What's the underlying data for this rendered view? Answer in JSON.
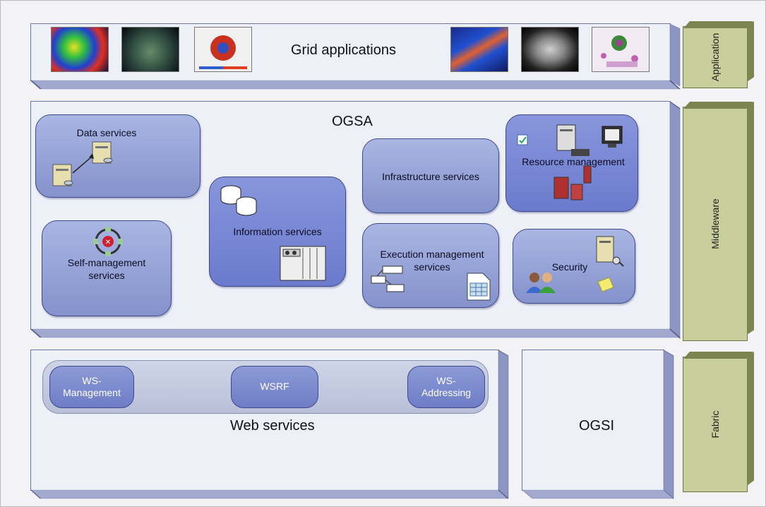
{
  "application": {
    "title": "Grid applications",
    "layer_label": "Application"
  },
  "middleware": {
    "title": "OGSA",
    "layer_label": "Middleware",
    "services": {
      "data": "Data services",
      "self_management": "Self-management services",
      "information": "Information services",
      "infrastructure": "Infrastructure services",
      "resource_management": "Resource management",
      "execution_management": "Execution management services",
      "security": "Security"
    }
  },
  "fabric": {
    "layer_label": "Fabric",
    "web_services": {
      "title": "Web services",
      "ws_management": "WS-\nManagement",
      "wsrf": "WSRF",
      "ws_addressing": "WS-\nAddressing"
    },
    "ogsi": "OGSI"
  },
  "colors": {
    "slab_fill": "#eef0f8",
    "slab_edge": "#6f76a6",
    "service_box": "#8592cc",
    "layer_band": "#c9cf9c"
  }
}
